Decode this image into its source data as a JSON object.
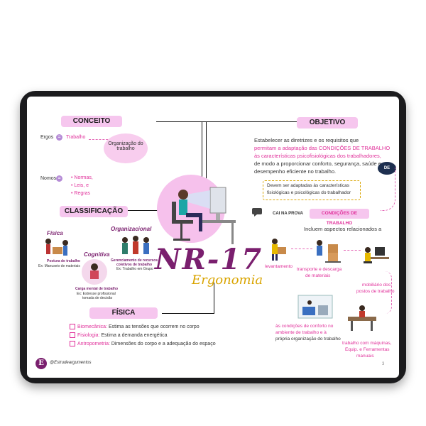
{
  "sections": {
    "conceito": "CONCEITO",
    "objetivo": "OBJETIVO",
    "classificacao": "CLASSIFICAÇÃO",
    "fisica": "FÍSICA"
  },
  "conceito": {
    "ergos": "Ergos",
    "trabalho": "Trabalho",
    "organizacao": "Organização do trabalho",
    "nomos": "Nomos",
    "normas": "Normas,",
    "leis": "Leis, e",
    "regras": "Regras"
  },
  "objetivo": {
    "line1": "Estabelecer as diretrizes e os requisitos que",
    "line2": "permitam a adaptação das CONDIÇÕES DE TRABALHO",
    "line3": "às características psicofisiológicas dos trabalhadores,",
    "line4": "de modo a proporcionar conforto, segurança, saúde e",
    "line5": "desempenho eficiente no trabalho.",
    "box_line1": "Devem ser adaptadas às características",
    "box_line2": "fisiológicas e psicológicas do trabalhador",
    "cai_na_prova": "CAI NA PROVA",
    "condicoes": "CONDIÇÕES DE TRABALHO",
    "incluem": "Incluem aspectos relacionados a"
  },
  "title": {
    "nr": "NR-17",
    "subtitle": "Ergonomia"
  },
  "classificacao": {
    "fisica": "Física",
    "fisica_caption1": "Postura de trabalho",
    "fisica_caption2": "Ex: Manuseio de materiais",
    "cognitiva": "Cognitiva",
    "cognitiva_caption1": "Carga mental de trabalho",
    "cognitiva_caption2": "Ex: Estresse profissional",
    "cognitiva_caption3": "tomada de decisão",
    "organizacional": "Organizacional",
    "org_caption1": "Gerenciamento de recursos",
    "org_caption2": "coletivos de trabalho",
    "org_caption3": "Ex: Trabalho em Grupo"
  },
  "fisica": {
    "item1_term": "Biomecânica:",
    "item1_text": "Estima as tensões que ocorrem no corpo",
    "item2_term": "Fisiologia:",
    "item2_text": "Estima a demanda energética",
    "item3_term": "Antropometria:",
    "item3_text": "Dimensões do corpo e a adequação do espaço"
  },
  "condicoes_items": {
    "levantamento": "levantamento",
    "transporte1": "transporte e descarga",
    "transporte2": "de materiais",
    "mobiliario1": "mobiliário dos",
    "mobiliario2": "postos de trabalho",
    "conforto1": "às condições de conforto no",
    "conforto2": "ambiente de trabalho e à",
    "conforto3": "própria organização do trabalho",
    "maquinas1": "trabalho com máquinas,",
    "maquinas2": "Equip. e Ferramentas",
    "maquinas3": "manuais"
  },
  "footer": {
    "handle": "@Estrudeargumentos",
    "logo_letter": "E",
    "page": "3",
    "de": "DE"
  },
  "colors": {
    "accent": "#e0309a",
    "pill": "#f6c6ee",
    "gold": "#d9a400",
    "purple": "#7a1f6e"
  }
}
